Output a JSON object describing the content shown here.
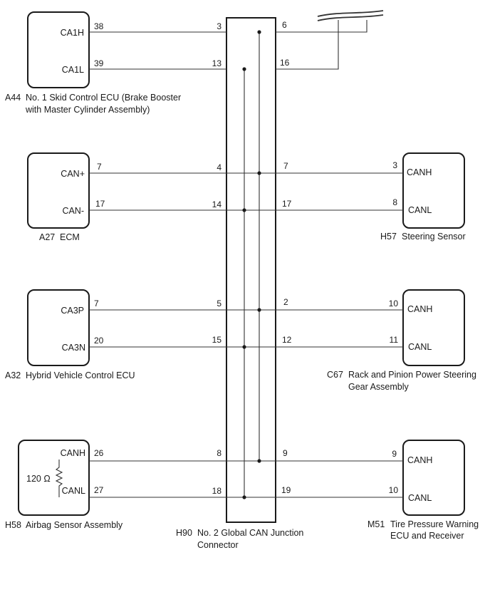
{
  "ecus": {
    "skid": {
      "signal_high": "CA1H",
      "signal_low": "CA1L",
      "pin_high": "38",
      "pin_low": "39",
      "code": "A44",
      "name_line1": "No. 1 Skid Control ECU (Brake Booster",
      "name_line2": "with Master Cylinder Assembly)"
    },
    "ecm": {
      "signal_high": "CAN+",
      "signal_low": "CAN-",
      "pin_high": "7",
      "pin_low": "17",
      "code": "A27",
      "name": "ECM"
    },
    "hybrid": {
      "signal_high": "CA3P",
      "signal_low": "CA3N",
      "pin_high": "7",
      "pin_low": "20",
      "code": "A32",
      "name": "Hybrid Vehicle Control ECU"
    },
    "airbag": {
      "signal_high": "CANH",
      "signal_low": "CANL",
      "pin_high": "26",
      "pin_low": "27",
      "resistor": "120 Ω",
      "code": "H58",
      "name": "Airbag Sensor Assembly"
    },
    "steering": {
      "signal_high": "CANH",
      "signal_low": "CANL",
      "pin_high": "3",
      "pin_low": "8",
      "code": "H57",
      "name": "Steering Sensor"
    },
    "rack": {
      "signal_high": "CANH",
      "signal_low": "CANL",
      "pin_high": "10",
      "pin_low": "11",
      "code": "C67",
      "name_line1": "Rack and Pinion Power Steering",
      "name_line2": "Gear Assembly"
    },
    "tire": {
      "signal_high": "CANH",
      "signal_low": "CANL",
      "pin_high": "9",
      "pin_low": "10",
      "code": "M51",
      "name_line1": "Tire Pressure Warning",
      "name_line2": "ECU and Receiver"
    }
  },
  "junction": {
    "code": "H90",
    "name_line1": "No. 2 Global CAN Junction",
    "name_line2": "Connector",
    "pins": {
      "r1_left_h": "3",
      "r1_left_l": "13",
      "r1_right_h": "6",
      "r1_right_l": "16",
      "r2_left_h": "4",
      "r2_left_l": "14",
      "r2_right_h": "7",
      "r2_right_l": "17",
      "r3_left_h": "5",
      "r3_left_l": "15",
      "r3_right_h": "2",
      "r3_right_l": "12",
      "r4_left_h": "8",
      "r4_left_l": "18",
      "r4_right_h": "9",
      "r4_right_l": "19"
    }
  }
}
